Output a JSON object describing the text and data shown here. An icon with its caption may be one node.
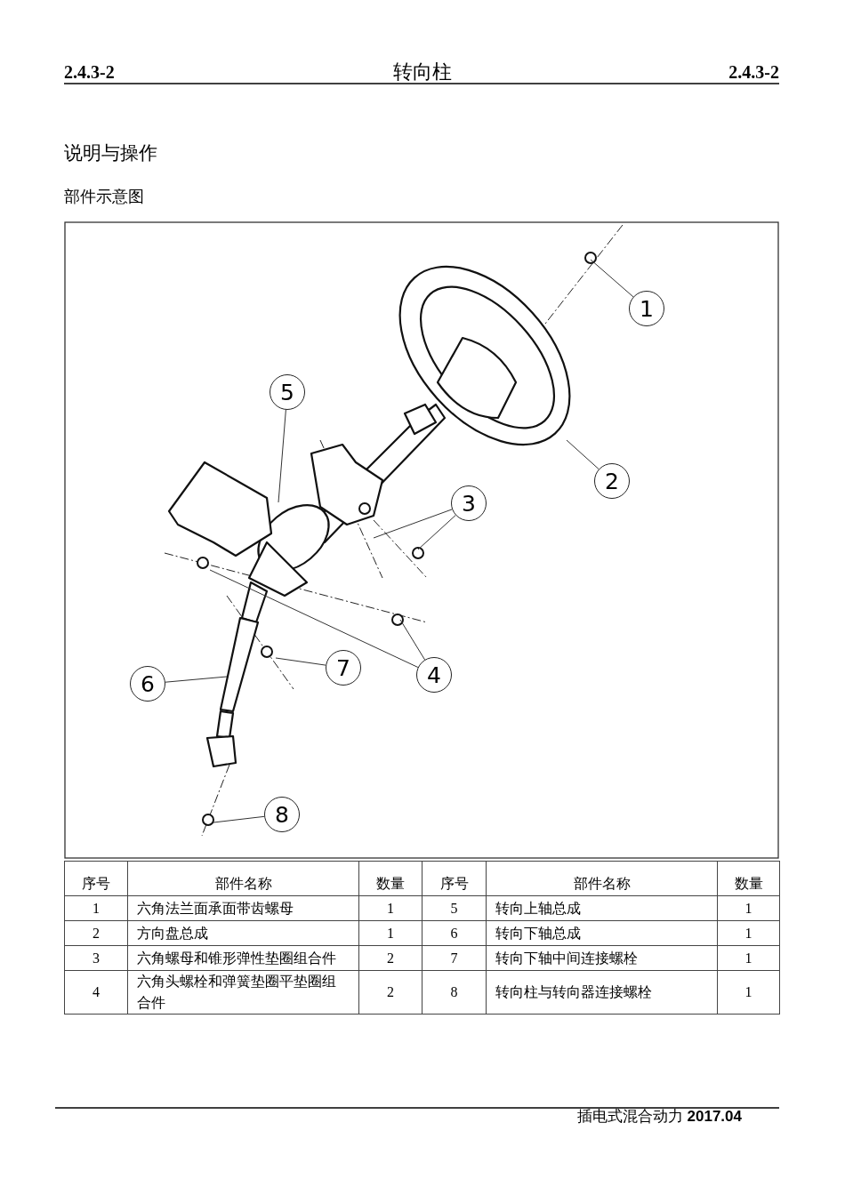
{
  "diagram": {
    "title": "转向柱",
    "nodes": [
      {
        "text": [
          "1"
        ]
      },
      {
        "text": [
          "2"
        ]
      },
      {
        "text": [
          "3"
        ]
      },
      {
        "text": [
          "4"
        ]
      },
      {
        "text": [
          "5"
        ]
      },
      {
        "text": [
          "6"
        ]
      },
      {
        "text": [
          "7"
        ]
      },
      {
        "text": [
          "8"
        ]
      }
    ],
    "edges": [
      {
        "from": 0,
        "to": null,
        "arrow": "none"
      },
      {
        "from": 1,
        "to": null,
        "arrow": "none"
      },
      {
        "from": 2,
        "to": null,
        "arrow": "none"
      },
      {
        "from": 2,
        "to": null,
        "arrow": "none"
      },
      {
        "from": 3,
        "to": null,
        "arrow": "none"
      },
      {
        "from": 3,
        "to": null,
        "arrow": "none"
      },
      {
        "from": 4,
        "to": null,
        "arrow": "none"
      },
      {
        "from": 5,
        "to": null,
        "arrow": "none"
      },
      {
        "from": 6,
        "to": null,
        "arrow": "none"
      },
      {
        "from": 7,
        "to": null,
        "arrow": "none"
      }
    ],
    "labels": [
      "2.4.3-2",
      "2.4.3-2",
      "说明与操作",
      "部件示意图",
      "序号",
      "部件名称",
      "数量",
      "序号",
      "部件名称",
      "数量",
      "1",
      "六角法兰面承面带齿螺母",
      "1",
      "5",
      "转向上轴总成",
      "1",
      "2",
      "方向盘总成",
      "1",
      "6",
      "转向下轴总成",
      "1",
      "3",
      "六角螺母和锥形弹性垫圈组合件",
      "2",
      "7",
      "转向下轴中间连接螺栓",
      "1",
      "4",
      "六角头螺栓和弹簧垫圈平垫圈组合件",
      "2",
      "8",
      "转向柱与转向器连接螺栓",
      "1",
      "插电式混合动力 **2017.04**"
    ]
  }
}
